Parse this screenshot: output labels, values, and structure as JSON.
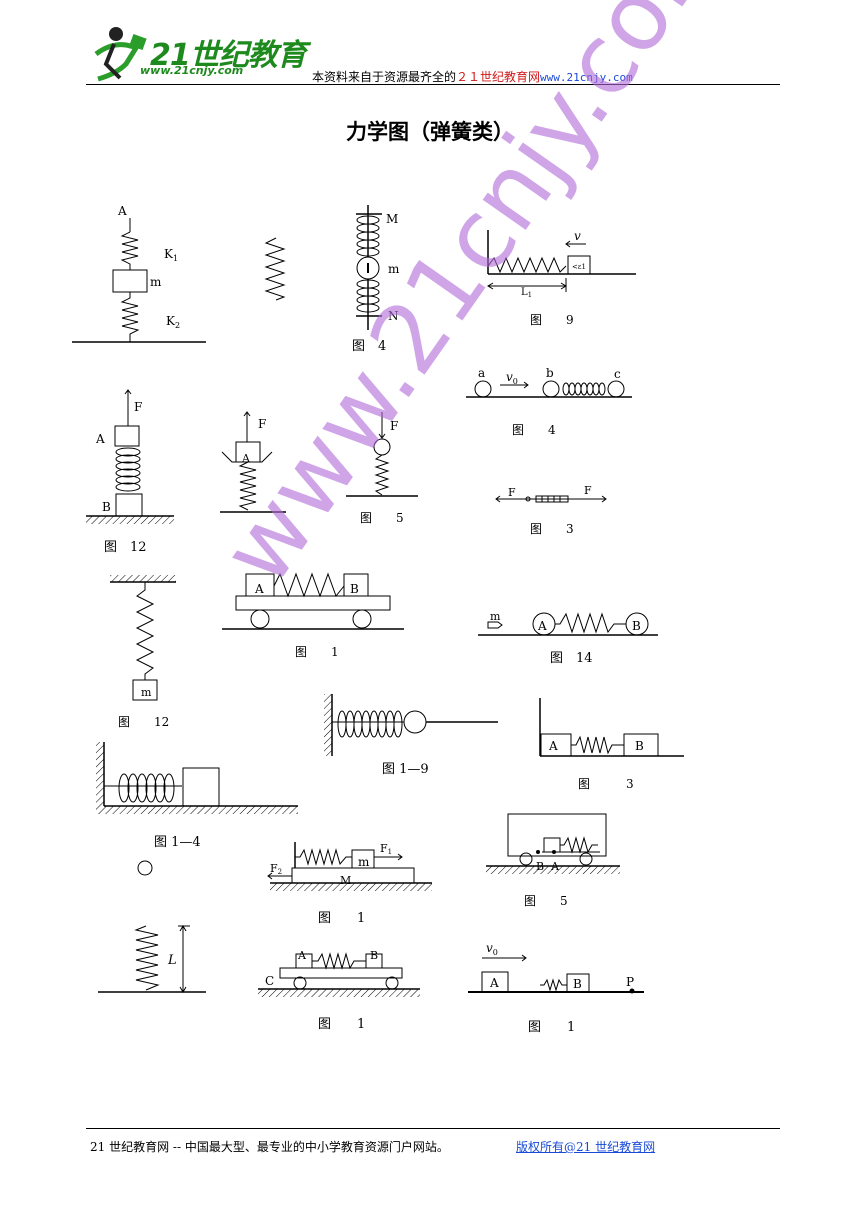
{
  "header": {
    "logo_main": "21世纪教育",
    "logo_sub": "www.21cnjy.com",
    "source_prefix": "本资料来自于资源最齐全的",
    "source_red": "２１世纪教育网",
    "source_site": "www.21cnjy.com"
  },
  "title": "力学图（弹簧类）",
  "watermark": "www.21cnjy.com",
  "figures": {
    "f1": {
      "a": "A",
      "k1": "K",
      "k1_sub": "1",
      "m": "m",
      "k2": "K",
      "k2_sub": "2"
    },
    "f3": {
      "m_label": "M",
      "m": "m",
      "n": "N",
      "caption": "图　4"
    },
    "f4": {
      "v": "v",
      "l": "L",
      "l_sub": "1",
      "caption": "图　　9"
    },
    "f5": {
      "a": "a",
      "v0": "v",
      "v0_sub": "0",
      "b": "b",
      "c": "c",
      "caption": "图　　4"
    },
    "f6": {
      "f": "F",
      "a": "A",
      "b": "B",
      "caption": "图　12"
    },
    "f7": {
      "f": "F",
      "a": "A"
    },
    "f8": {
      "f": "F",
      "caption": "图　　5"
    },
    "f9": {
      "f_left": "F",
      "f_right": "F",
      "caption": "图　　3"
    },
    "f10": {
      "m": "m",
      "caption": "图　　12"
    },
    "f11": {
      "a": "A",
      "b": "B",
      "caption": "图　　1"
    },
    "f12": {
      "m": "m",
      "a": "A",
      "b": "B",
      "caption": "图　14"
    },
    "f13": {
      "caption": "图 1—9"
    },
    "f14": {
      "a": "A",
      "b": "B",
      "caption": "图　　　3"
    },
    "f15": {
      "caption": "图 1—4"
    },
    "f16": {
      "f1": "F",
      "f1_sub": "1",
      "f2": "F",
      "f2_sub": "2",
      "m": "m",
      "M": "M",
      "caption": "图　　1"
    },
    "f17": {
      "b": "B",
      "a": "A",
      "caption": "图　　5"
    },
    "f18": {
      "l": "L"
    },
    "f19": {
      "a": "A",
      "b": "B",
      "c": "C",
      "caption": "图　　1"
    },
    "f20": {
      "v0": "v",
      "v0_sub": "0",
      "a": "A",
      "b": "B",
      "p": "P",
      "caption": "图　　1"
    }
  },
  "footer": {
    "left": "21 世纪教育网 -- 中国最大型、最专业的中小学教育资源门户网站。",
    "right": "版权所有@21 世纪教育网"
  }
}
